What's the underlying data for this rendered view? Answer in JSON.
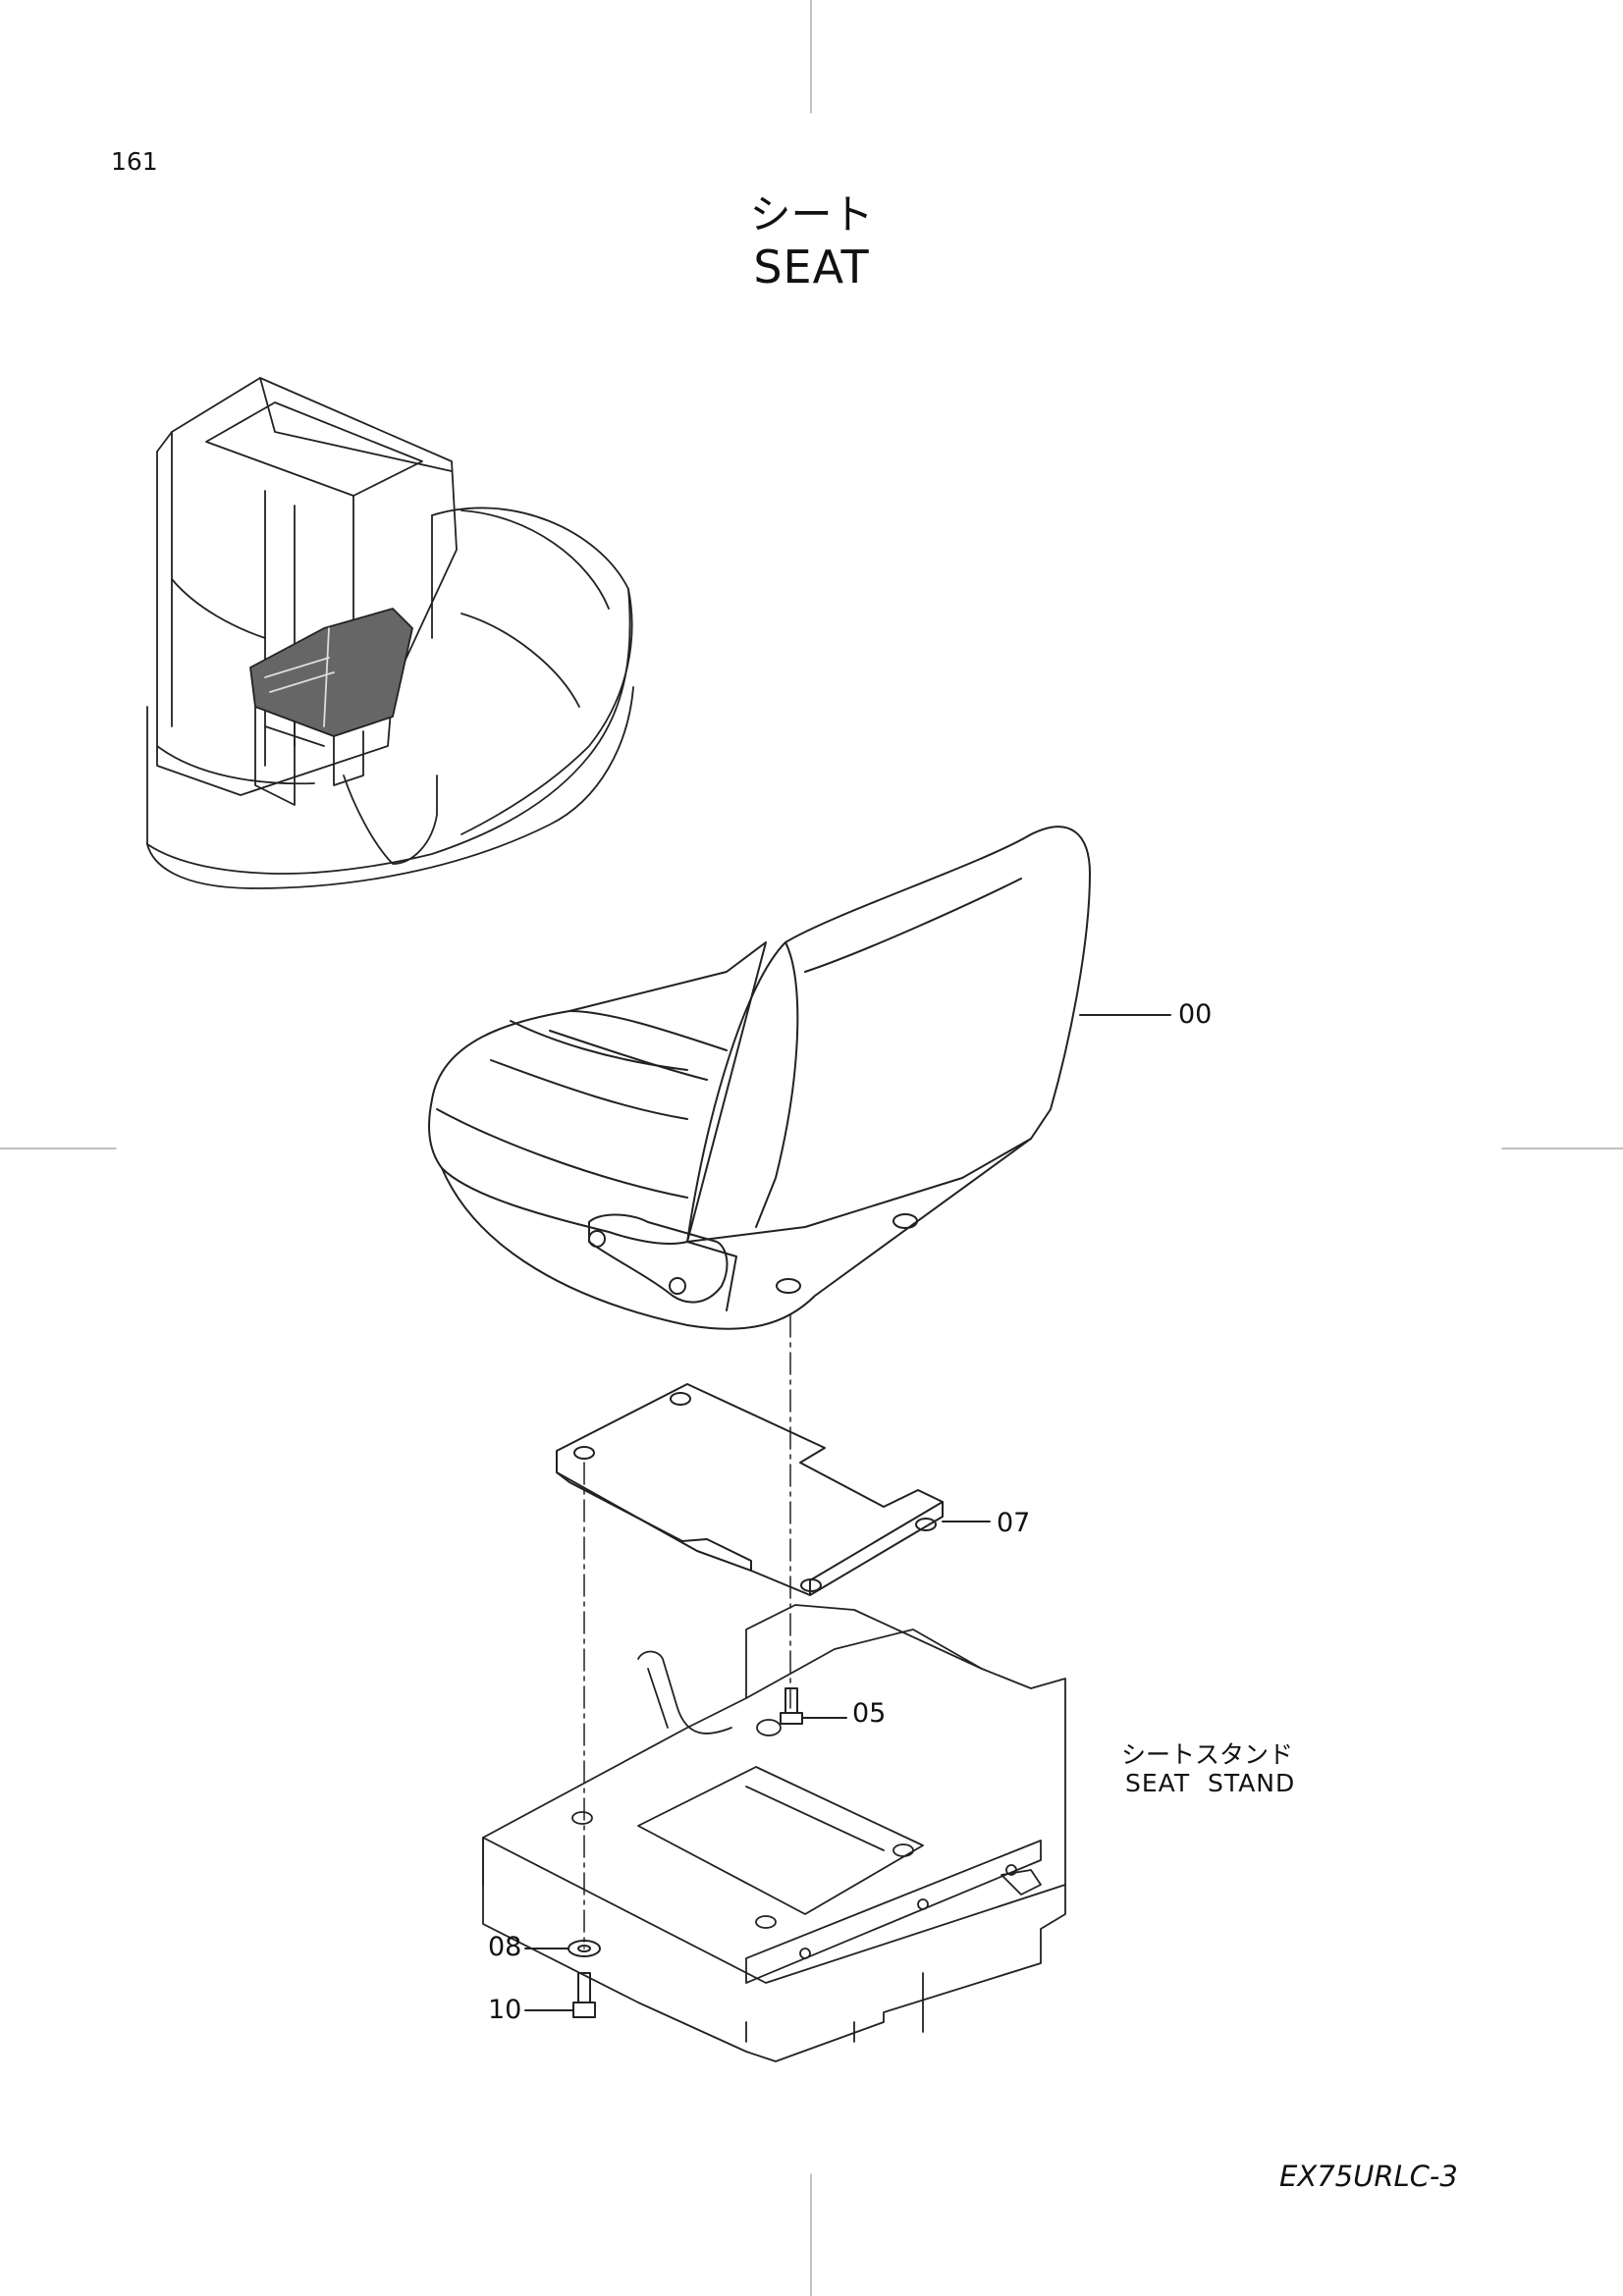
{
  "page": {
    "number": "161",
    "title_jp": "シート",
    "title_en": "SEAT",
    "model_code": "EX75URLC-3"
  },
  "callouts": {
    "seat": "00",
    "seat_plate": "07",
    "bolt": "05",
    "washer": "08",
    "bolt_bottom": "10"
  },
  "seat_stand_label": {
    "jp": "シートスタンド",
    "en": "SEAT  STAND"
  }
}
